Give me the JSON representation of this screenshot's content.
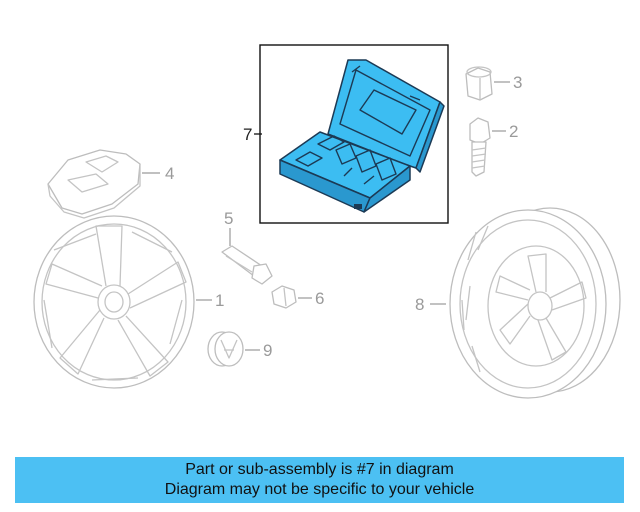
{
  "diagram": {
    "callouts": [
      {
        "id": "1",
        "label": "1"
      },
      {
        "id": "2",
        "label": "2"
      },
      {
        "id": "3",
        "label": "3"
      },
      {
        "id": "4",
        "label": "4"
      },
      {
        "id": "5",
        "label": "5"
      },
      {
        "id": "6",
        "label": "6"
      },
      {
        "id": "7",
        "label": "7"
      },
      {
        "id": "8",
        "label": "8"
      },
      {
        "id": "9",
        "label": "9"
      }
    ],
    "highlighted_part": "7",
    "colors": {
      "highlight": "#3cbdf2",
      "banner": "#4cc0f3",
      "outline": "#c4c4c4"
    }
  },
  "banner": {
    "line1": "Part or sub-assembly is #7 in diagram",
    "line2": "Diagram may not be specific to your vehicle"
  }
}
